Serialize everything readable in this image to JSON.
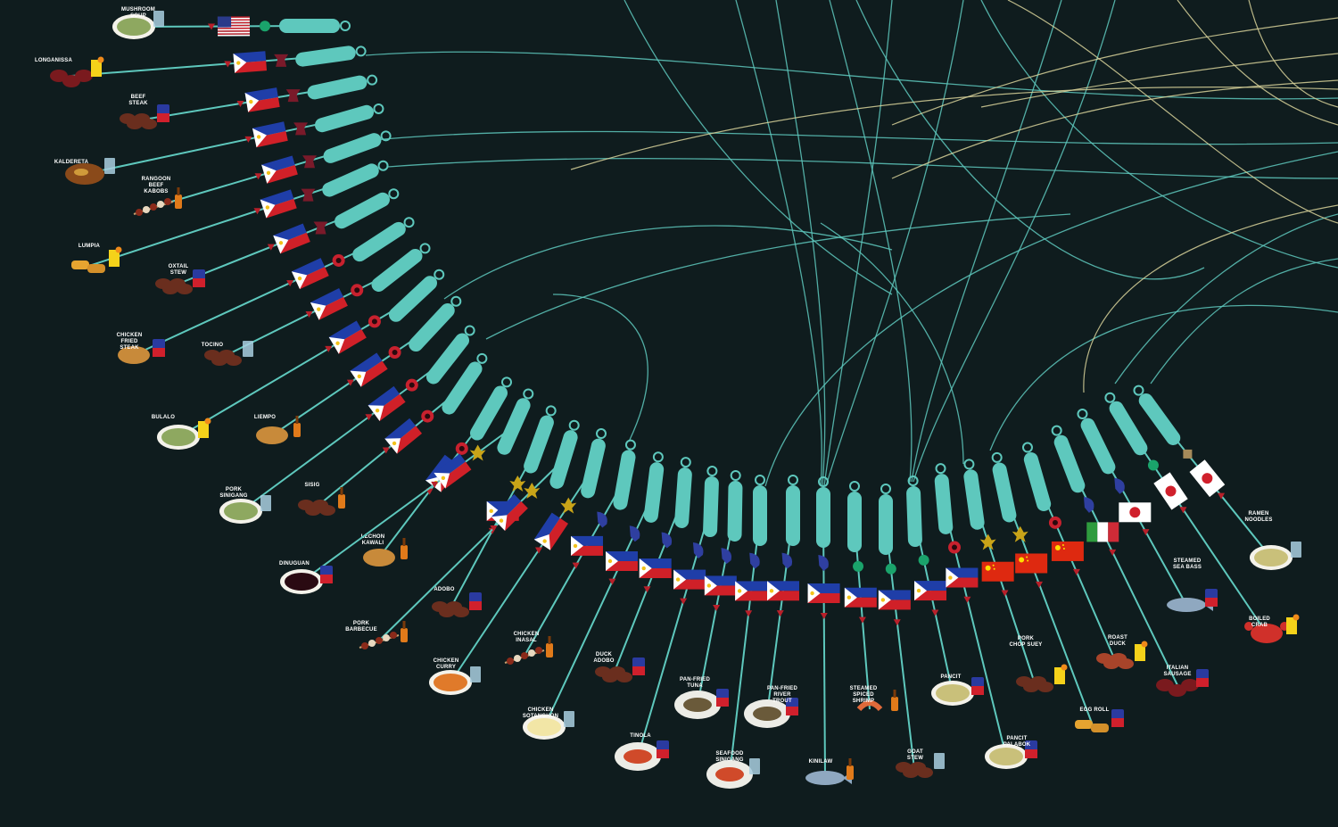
{
  "colors": {
    "background": "#0f1c1e",
    "string": "#5ec8bd",
    "pod": "#5ec8bd",
    "accent_curve": "#d8d29a",
    "ph_blue": "#1f3ea8",
    "ph_red": "#d02028",
    "ph_sun": "#f2c21a"
  },
  "dishes": [
    {
      "label": "MUSHROOM SOUP",
      "flag": "usa",
      "drink": "water",
      "marker": "green-dot",
      "food": "soup-bowl"
    },
    {
      "label": "LONGANISSA",
      "flag": "philippines",
      "drink": "orange-juice",
      "marker": "maroon-cross",
      "food": "sausage"
    },
    {
      "label": "BEEF STEAK",
      "flag": "philippines",
      "drink": "soda-can",
      "marker": "maroon-cross",
      "food": "meat"
    },
    {
      "label": "KALDERETA",
      "flag": "philippines",
      "drink": "water",
      "marker": "maroon-cross",
      "food": "stew-plate"
    },
    {
      "label": "RANGOON BEEF KABOBS",
      "flag": "philippines",
      "drink": "beer-bottle",
      "marker": "maroon-cross",
      "food": "skewers"
    },
    {
      "label": "LUMPIA",
      "flag": "philippines",
      "drink": "orange-juice",
      "marker": "maroon-cross",
      "food": "rolls"
    },
    {
      "label": "OXTAIL STEW",
      "flag": "philippines",
      "drink": "soda-can",
      "marker": "maroon-cross",
      "food": "meat"
    },
    {
      "label": "CHICKEN FRIED STEAK",
      "flag": "philippines",
      "drink": "soda-can",
      "marker": "red-rosette",
      "food": "fried"
    },
    {
      "label": "TOCINO",
      "flag": "philippines",
      "drink": "water",
      "marker": "red-rosette",
      "food": "meat"
    },
    {
      "label": "BULALO",
      "flag": "philippines",
      "drink": "orange-juice",
      "marker": "red-rosette",
      "food": "soup-bowl"
    },
    {
      "label": "LIEMPO",
      "flag": "philippines",
      "drink": "beer-bottle",
      "marker": "red-rosette",
      "food": "fried"
    },
    {
      "label": "PORK SINIGANG",
      "flag": "philippines",
      "drink": "water",
      "marker": "red-rosette",
      "food": "soup-bowl"
    },
    {
      "label": "SISIG",
      "flag": "philippines",
      "drink": "beer-bottle",
      "marker": "red-rosette",
      "food": "meat"
    },
    {
      "label": "LECHON KAWALI",
      "flag": "philippines",
      "drink": "beer-bottle",
      "marker": "red-rosette",
      "food": "fried"
    },
    {
      "label": "DINUGUAN",
      "flag": "philippines",
      "drink": "soda-can",
      "marker": "gold-leaf",
      "food": "dark-bowl"
    },
    {
      "label": "ADOBO",
      "flag": "philippines",
      "drink": "soda-can",
      "marker": "gold-leaf",
      "food": "meat"
    },
    {
      "label": "PORK BARBECUE",
      "flag": "philippines",
      "drink": "beer-bottle",
      "marker": "gold-leaf",
      "food": "skewers"
    },
    {
      "label": "CHICKEN CURRY",
      "flag": "philippines",
      "drink": "water",
      "marker": "gold-leaf",
      "food": "curry-bowl"
    },
    {
      "label": "CHICKEN INASAL",
      "flag": "philippines",
      "drink": "beer-bottle",
      "marker": "blue-fish",
      "food": "skewers"
    },
    {
      "label": "CHICKEN SOTANGHON",
      "flag": "philippines",
      "drink": "water",
      "marker": "blue-fish",
      "food": "cream-bowl"
    },
    {
      "label": "DUCK ADOBO",
      "flag": "philippines",
      "drink": "soda-can",
      "marker": "blue-fish",
      "food": "meat"
    },
    {
      "label": "TINOLA",
      "flag": "philippines",
      "drink": "soda-can",
      "marker": "blue-fish",
      "food": "plate"
    },
    {
      "label": "PAN-FRIED TUNA",
      "flag": "philippines",
      "drink": "soda-can",
      "marker": "blue-fish",
      "food": "fish-plate"
    },
    {
      "label": "SEAFOOD SINIGANG",
      "flag": "philippines",
      "drink": "water",
      "marker": "blue-fish",
      "food": "plate"
    },
    {
      "label": "PAN-FRIED RIVER TROUT",
      "flag": "philippines",
      "drink": "soda-can",
      "marker": "blue-fish",
      "food": "fish-plate"
    },
    {
      "label": "KINILAW",
      "flag": "philippines",
      "drink": "beer-bottle",
      "marker": "blue-fish",
      "food": "fish"
    },
    {
      "label": "STEAMED SPICED SHRIMP",
      "flag": "philippines",
      "drink": "beer-bottle",
      "marker": "green-dot",
      "food": "shrimp"
    },
    {
      "label": "GOAT STEW",
      "flag": "philippines",
      "drink": "water",
      "marker": "green-dot",
      "food": "meat"
    },
    {
      "label": "PANCIT",
      "flag": "philippines",
      "drink": "soda-can",
      "marker": "green-dot",
      "food": "noodles"
    },
    {
      "label": "PANCIT PALABOK",
      "flag": "philippines",
      "drink": "soda-can",
      "marker": "red-rosette",
      "food": "noodles"
    },
    {
      "label": "PORK CHOP SUEY",
      "flag": "china",
      "drink": "orange-juice",
      "marker": "gold-leaf",
      "food": "meat"
    },
    {
      "label": "EGG ROLL",
      "flag": "china",
      "drink": "soda-can",
      "marker": "gold-leaf",
      "food": "rolls"
    },
    {
      "label": "ROAST DUCK",
      "flag": "china",
      "drink": "orange-juice",
      "marker": "red-rosette",
      "food": "duck"
    },
    {
      "label": "ITALIAN SAUSAGE",
      "flag": "italy",
      "drink": "soda-can",
      "marker": "blue-fish",
      "food": "sausage"
    },
    {
      "label": "STEAMED SEA BASS",
      "flag": "japan",
      "drink": "soda-can",
      "marker": "blue-fish",
      "food": "fish"
    },
    {
      "label": "BOILED CRAB",
      "flag": "japan",
      "drink": "orange-juice",
      "marker": "green-dot",
      "food": "crab"
    },
    {
      "label": "RAMEN NOODLES",
      "flag": "japan",
      "drink": "water",
      "marker": "cake",
      "food": "noodles"
    }
  ]
}
